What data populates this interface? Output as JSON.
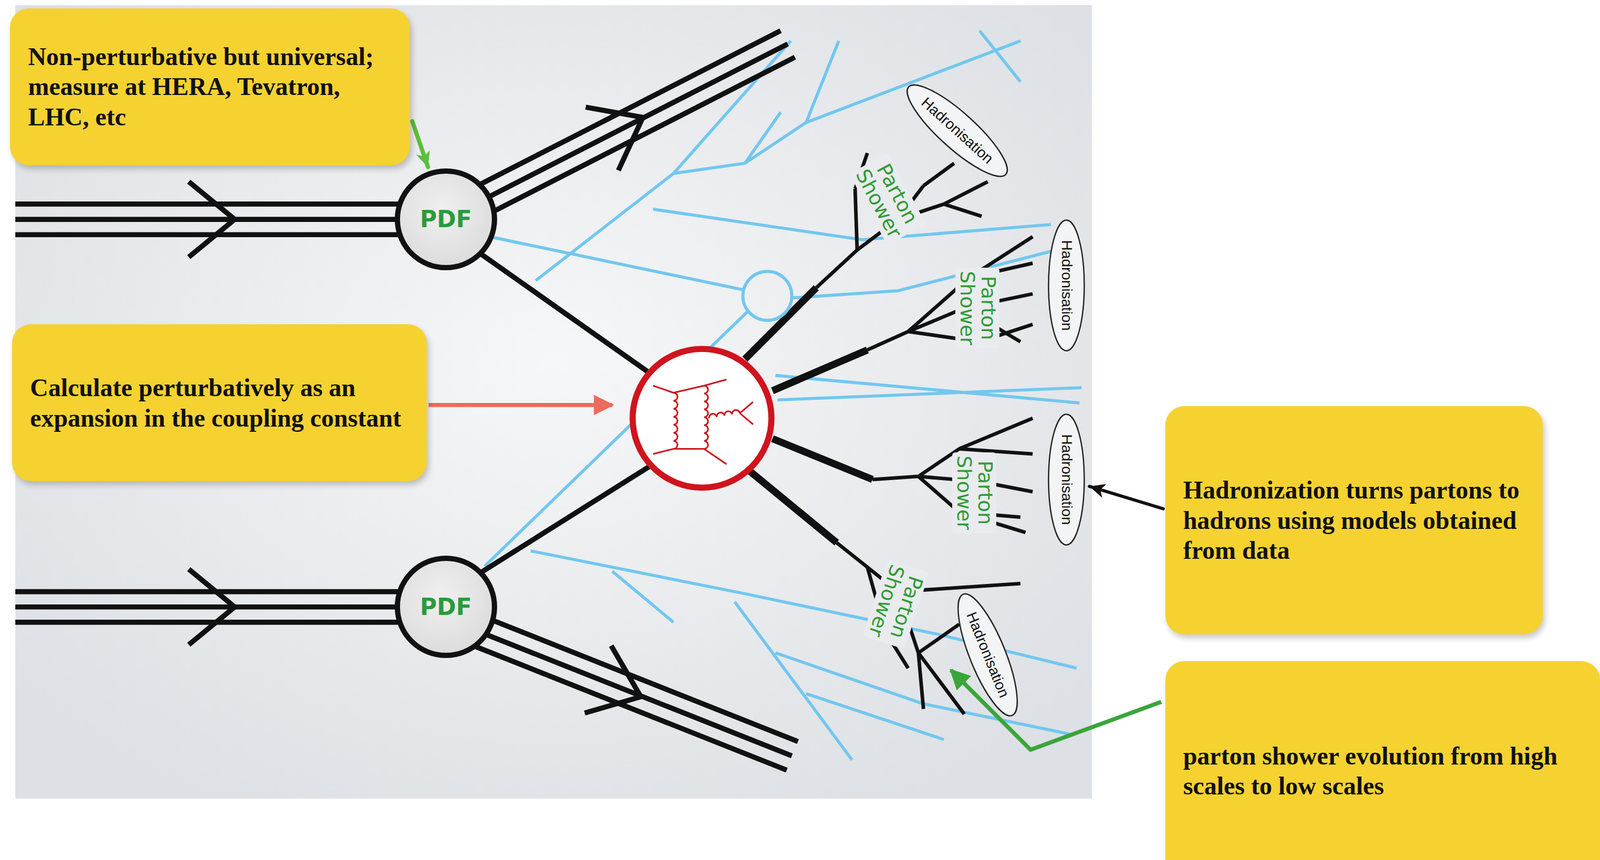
{
  "diagram": {
    "nodes": [
      {
        "text": [
          "Non-perturbative but universal; measure at HERA, Tevatron, LHC, etc"
        ]
      },
      {
        "text": [
          "PDF"
        ]
      },
      {
        "text": [
          "Hadronisation"
        ]
      },
      {
        "text": [
          "Hadronisation"
        ]
      },
      {
        "text": [
          "Calculate perturbatively as an expansion in the coupling constant"
        ]
      },
      {
        "text": [
          "Hadronisation"
        ]
      },
      {
        "text": [
          "Hadronization turns partons to hadrons using models obtained from data"
        ]
      },
      {
        "text": [
          "PDF"
        ]
      },
      {
        "text": [
          "Hadronisation"
        ]
      },
      {
        "text": [
          "parton shower evolution from high scales to low scales"
        ]
      }
    ],
    "edges": [
      {
        "from": 0,
        "to": 1,
        "arrow": "to"
      },
      {
        "from": 6,
        "to": 5,
        "arrow": "to"
      }
    ],
    "labels": [
      "Parton Shower",
      "Parton Shower",
      "Parton Shower",
      "Parton Shower"
    ]
  }
}
